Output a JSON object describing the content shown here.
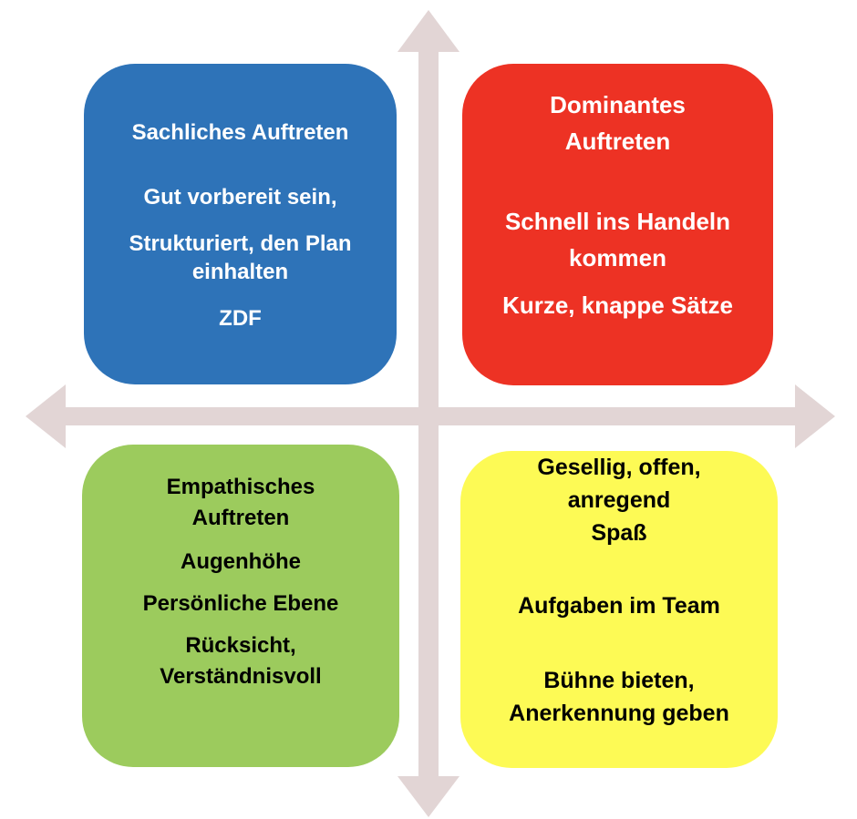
{
  "diagram": {
    "type": "quadrant-model",
    "axes": {
      "color": "#E2D5D5",
      "arrows": [
        "up-arrow",
        "down-arrow",
        "left-arrow",
        "right-arrow"
      ]
    },
    "quadrants": {
      "top_left": {
        "position": "top-left",
        "bg": "#2E73B8",
        "fg": "#FFFFFF",
        "lines": [
          "Sachliches Auftreten",
          "Gut vorbereit sein,",
          "Strukturiert, den Plan",
          "einhalten",
          "ZDF"
        ]
      },
      "top_right": {
        "position": "top-right",
        "bg": "#ED3224",
        "fg": "#FFFFFF",
        "lines": [
          "Dominantes",
          "Auftreten",
          "Schnell ins Handeln",
          "kommen",
          "Kurze, knappe Sätze"
        ]
      },
      "bottom_left": {
        "position": "bottom-left",
        "bg": "#9CCB5D",
        "fg": "#000000",
        "lines": [
          "Empathisches",
          "Auftreten",
          "Augenhöhe",
          "Persönliche Ebene",
          "Rücksicht,",
          "Verständnisvoll"
        ]
      },
      "bottom_right": {
        "position": "bottom-right",
        "bg": "#FDFA55",
        "fg": "#000000",
        "lines": [
          "Gesellig, offen,",
          "anregend",
          "Spaß",
          "Aufgaben im Team",
          "Bühne bieten,",
          "Anerkennung geben"
        ]
      }
    }
  }
}
